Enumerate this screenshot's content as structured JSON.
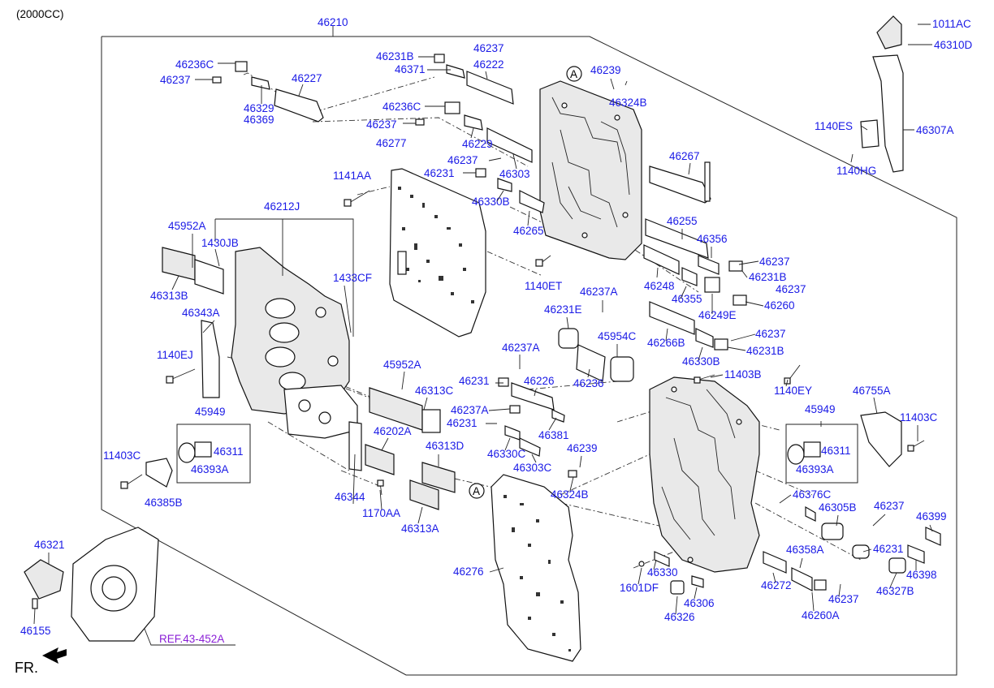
{
  "header": {
    "engine_note": "(2000CC)"
  },
  "footer": {
    "fr_label": "FR.",
    "ref_label": "REF.43-452A"
  },
  "callouts": {
    "a_top": "A",
    "a_bottom": "A"
  },
  "labels": {
    "p46210": "46210",
    "p46236C_a": "46236C",
    "p46237_a": "46237",
    "p46329": "46329",
    "p46369": "46369",
    "p46227": "46227",
    "p46231B_a": "46231B",
    "p46237_b": "46237",
    "p46371": "46371",
    "p46222": "46222",
    "p46236C_b": "46236C",
    "p46237_c": "46237",
    "p46229": "46229",
    "p46277": "46277",
    "p46237_d": "46237",
    "p46231_a": "46231",
    "p46303": "46303",
    "p46330B_a": "46330B",
    "p46265": "46265",
    "p46239_a": "46239",
    "p46324B_a": "46324B",
    "p46267": "46267",
    "p1141AA": "1141AA",
    "p46212J": "46212J",
    "p45952A_a": "45952A",
    "p1430JB": "1430JB",
    "p46313B": "46313B",
    "p1433CF": "1433CF",
    "p46343A": "46343A",
    "p1140EJ": "1140EJ",
    "p45949_a": "45949",
    "p46311_a": "46311",
    "p46393A_a": "46393A",
    "p11403C_a": "11403C",
    "p46385B": "46385B",
    "p46344": "46344",
    "p1170AA": "1170AA",
    "p46313A": "46313A",
    "p46313D": "46313D",
    "p46202A": "46202A",
    "p46313C": "46313C",
    "p45952A_b": "45952A",
    "p1140ET": "1140ET",
    "p46231E": "46231E",
    "p46237A_a": "46237A",
    "p45954C": "45954C",
    "p46236": "46236",
    "p46237A_b": "46237A",
    "p46231_b": "46231",
    "p46226": "46226",
    "p46237A_c": "46237A",
    "p46231_c": "46231",
    "p46381": "46381",
    "p46330C": "46330C",
    "p46303C": "46303C",
    "p46239_b": "46239",
    "p46324B_b": "46324B",
    "p46276": "46276",
    "p46255": "46255",
    "p46356": "46356",
    "p46237_e": "46237",
    "p46231B_b": "46231B",
    "p46248": "46248",
    "p46237_f": "46237",
    "p46355": "46355",
    "p46249E": "46249E",
    "p46260": "46260",
    "p46266B": "46266B",
    "p46237_g": "46237",
    "p46330B_b": "46330B",
    "p46231B_c": "46231B",
    "p11403B": "11403B",
    "p1140EY": "1140EY",
    "p46755A": "46755A",
    "p45949_b": "45949",
    "p46311_b": "46311",
    "p46393A_b": "46393A",
    "p11403C_b": "11403C",
    "p46376C": "46376C",
    "p46305B": "46305B",
    "p46237_h": "46237",
    "p46399": "46399",
    "p46231_d": "46231",
    "p46358A": "46358A",
    "p46398": "46398",
    "p46327B": "46327B",
    "p46272": "46272",
    "p46237_i": "46237",
    "p46260A": "46260A",
    "p46330": "46330",
    "p1601DF": "1601DF",
    "p46306": "46306",
    "p46326": "46326",
    "p1011AC": "1011AC",
    "p46310D": "46310D",
    "p1140ES": "1140ES",
    "p46307A": "46307A",
    "p1140HG": "1140HG",
    "p46321": "46321",
    "p46155": "46155"
  }
}
